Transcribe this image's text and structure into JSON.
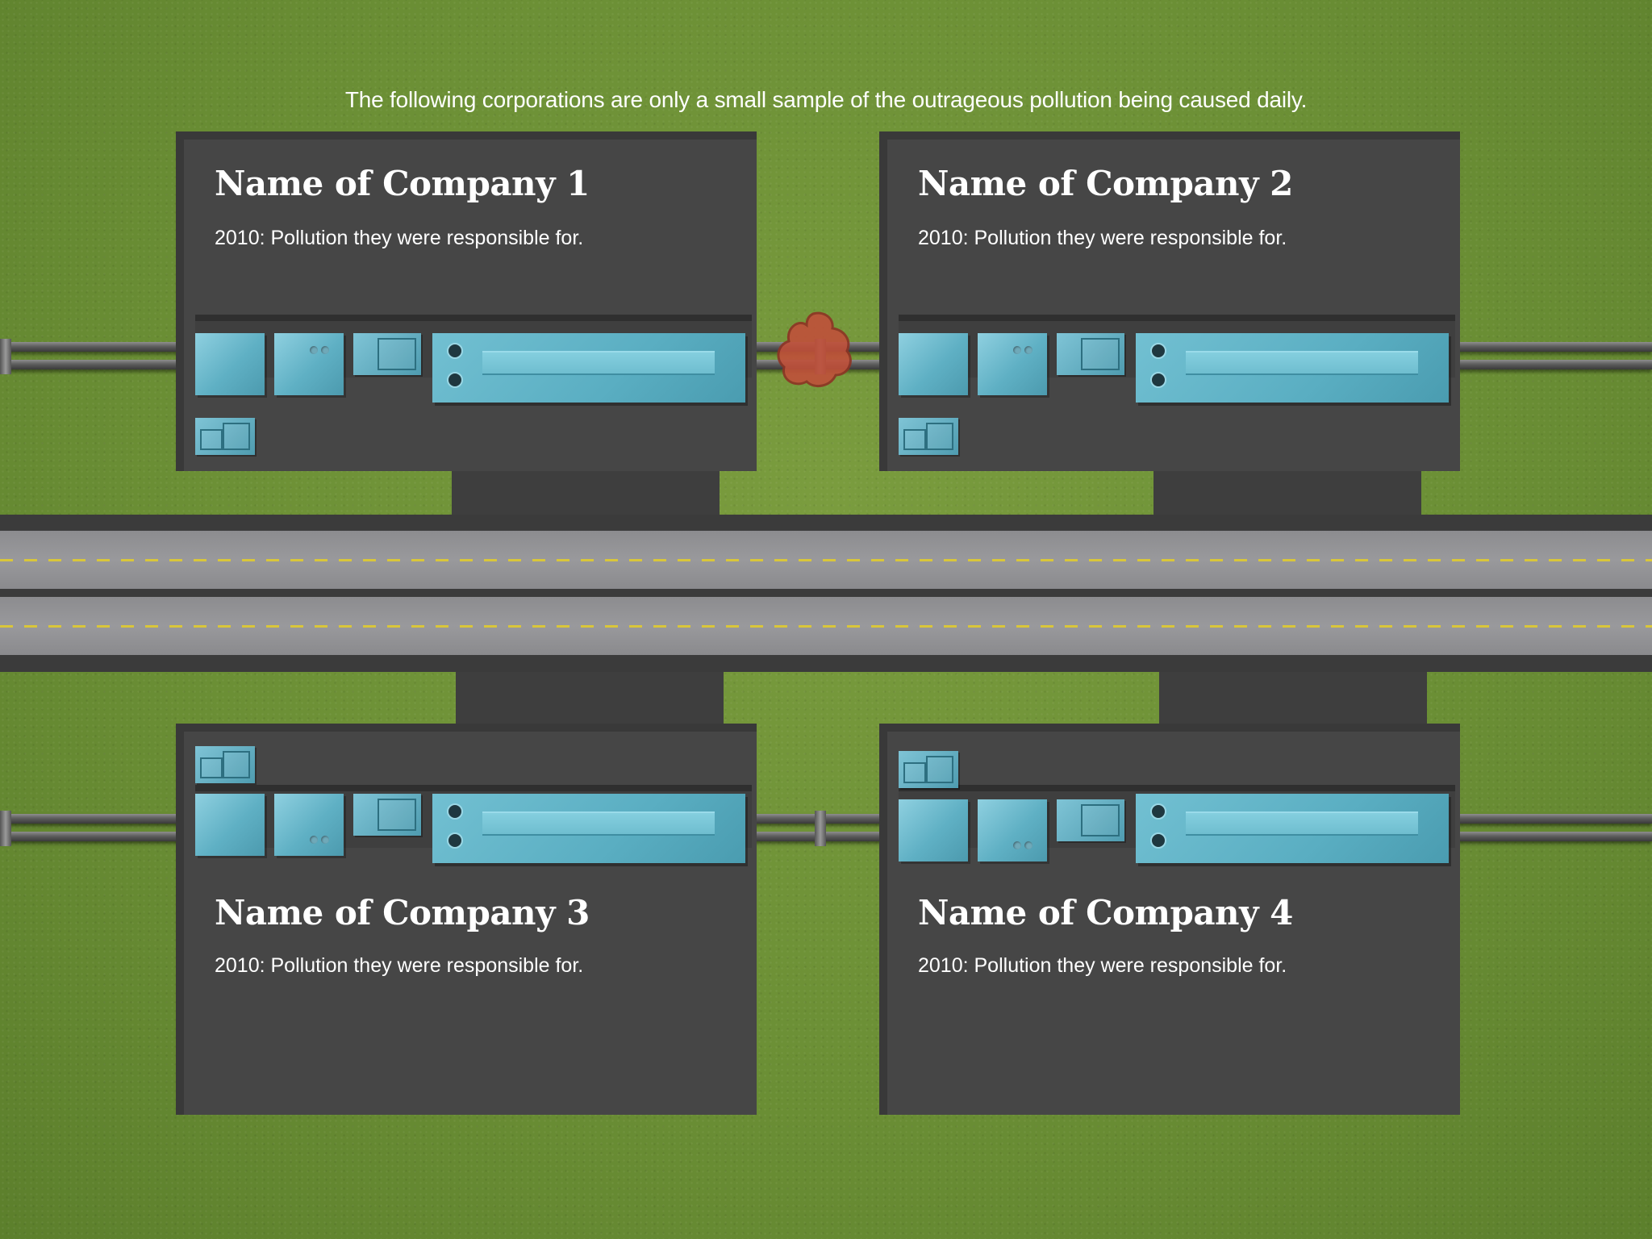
{
  "intro": {
    "text": "The following corporations are only a small sample of the outrageous pollution being caused daily."
  },
  "companies": [
    {
      "name": "Name of Company 1",
      "description": "2010: Pollution they were responsible for."
    },
    {
      "name": "Name of Company 2",
      "description": "2010: Pollution they were responsible for."
    },
    {
      "name": "Name of Company 3",
      "description": "2010: Pollution they were responsible for."
    },
    {
      "name": "Name of Company 4",
      "description": "2010: Pollution they were responsible for."
    }
  ],
  "colors": {
    "grass": "#6b8f35",
    "card": "#464646",
    "road": "#8c8c8f",
    "lane_marking": "#d9c63a",
    "factory": "#5fb0c4",
    "spill": "#c0503a"
  },
  "icons": {
    "factory": "factory-icon",
    "spill": "pollution-spill-icon"
  }
}
